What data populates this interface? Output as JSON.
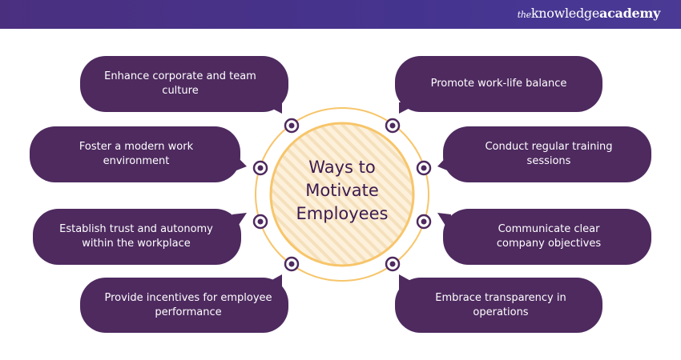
{
  "brand": {
    "prefix": "the",
    "word1": "knowledge",
    "word2": "academy"
  },
  "center_title": "Ways to Motivate Employees",
  "left_items": [
    "Enhance corporate and team culture",
    "Foster a modern work environment",
    "Establish trust and autonomy within the workplace",
    "Provide incentives for employee performance"
  ],
  "right_items": [
    "Promote work-life balance",
    "Conduct regular training sessions",
    "Communicate clear company objectives",
    "Embrace transparency in operations"
  ],
  "colors": {
    "bubble": "#4e2a5f",
    "ring": "#f7c56a",
    "center_fill": "#fbe9c8",
    "header": "#47338c"
  }
}
